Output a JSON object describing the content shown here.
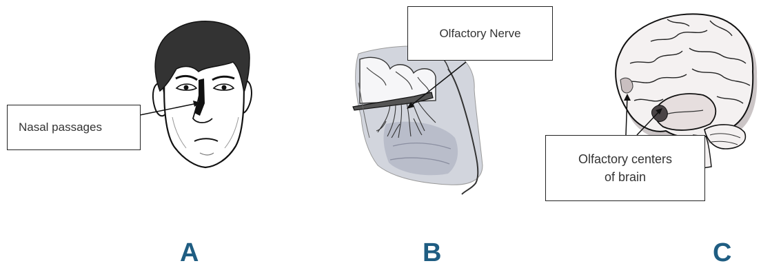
{
  "panels": {
    "a": {
      "letter": "A",
      "callout": "Nasal passages"
    },
    "b": {
      "letter": "B",
      "callout": "Olfactory Nerve"
    },
    "c": {
      "letter": "C",
      "callout_line1": "Olfactory centers",
      "callout_line2": "of brain"
    }
  },
  "colors": {
    "letter": "#1f5d82",
    "hair": "#333333",
    "shade": "#c8ccd6",
    "brain_fill": "#f4f1f1",
    "brain_shadow": "#a09597"
  }
}
